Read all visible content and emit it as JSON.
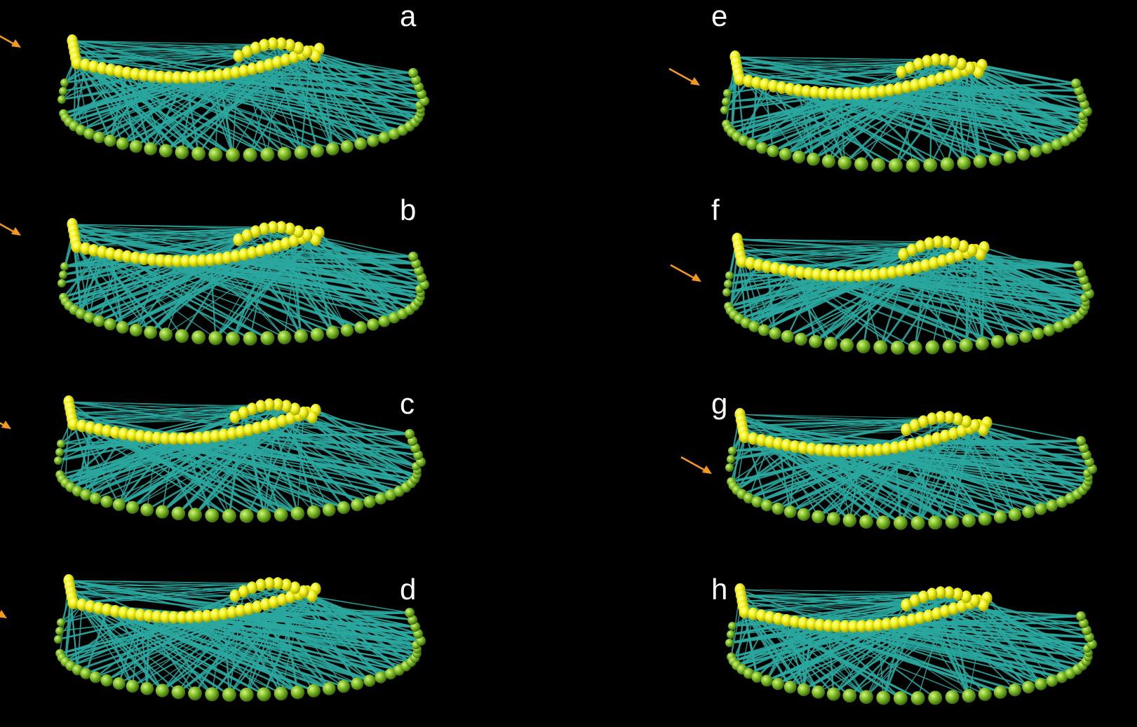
{
  "panels": [
    {
      "key": "a",
      "label": "a",
      "arrow": true
    },
    {
      "key": "b",
      "label": "b",
      "arrow": true
    },
    {
      "key": "c",
      "label": "c",
      "arrow": true
    },
    {
      "key": "d",
      "label": "d",
      "arrow": true
    },
    {
      "key": "e",
      "label": "e",
      "arrow": true
    },
    {
      "key": "f",
      "label": "f",
      "arrow": true
    },
    {
      "key": "g",
      "label": "g",
      "arrow": true
    },
    {
      "key": "h",
      "label": "h",
      "arrow": false
    }
  ],
  "colors": {
    "background": "#000000",
    "edge": "#2aa79f",
    "top_node": "#f2f21a",
    "bottom_node": "#7fbf2a",
    "arrow": "#f39a1e",
    "label": "#ffffff"
  }
}
